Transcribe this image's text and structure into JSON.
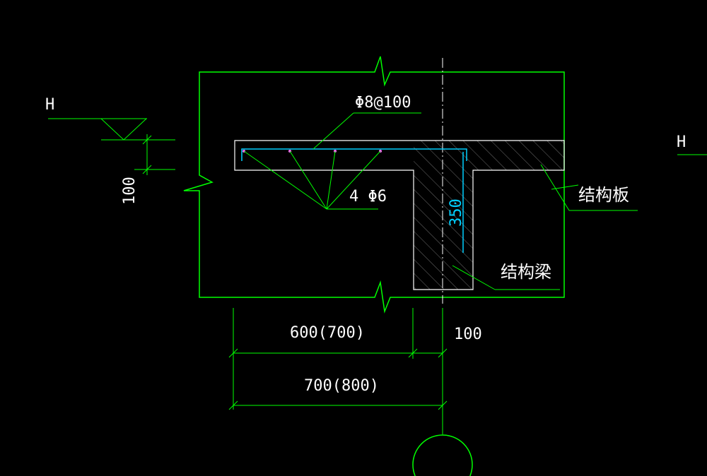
{
  "drawing": {
    "colors": {
      "background": "#000000",
      "outline": "#00ff00",
      "section": "#ffffff",
      "rebar": "#00cfff",
      "text": "#ffffff"
    },
    "labels": {
      "level_left": "H",
      "level_right": "H",
      "offset_dim": "100",
      "stirrup": "Φ8@100",
      "bars": "4 Φ6",
      "beam_depth": "350",
      "slab": "结构板",
      "beam": "结构梁",
      "dim_600": "600(700)",
      "dim_100": "100",
      "dim_700": "700(800)"
    }
  }
}
